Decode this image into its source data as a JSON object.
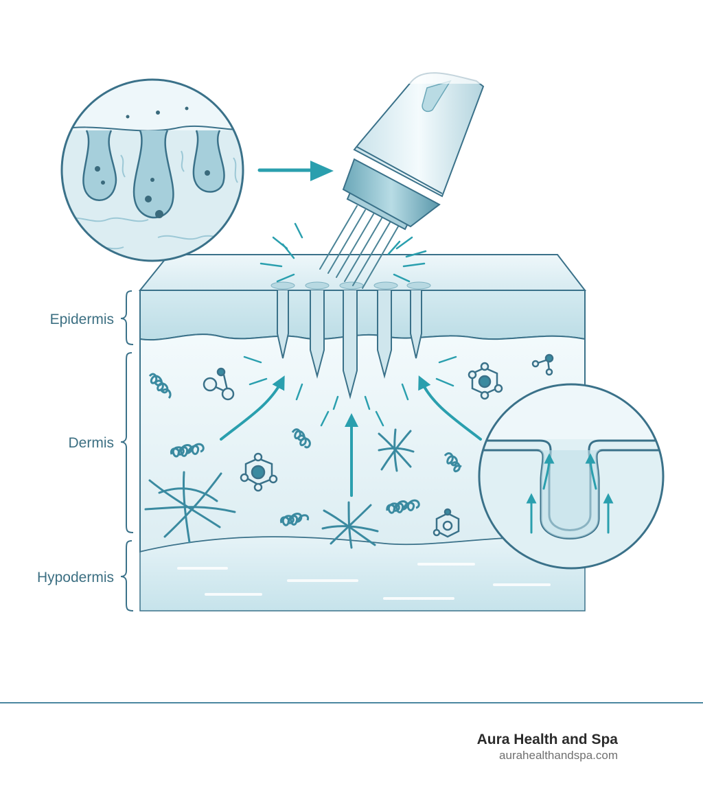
{
  "labels": {
    "epidermis": "Epidermis",
    "dermis": "Dermis",
    "hypodermis": "Hypodermis"
  },
  "footer": {
    "brand": "Aura Health and Spa",
    "url": "aurahealthandspa.com"
  },
  "colors": {
    "outline": "#3a7189",
    "skin_light": "#e2f1f5",
    "skin_mid": "#c4e2ea",
    "accent": "#2a9fae",
    "footer_rule": "#4a86a0"
  },
  "icons": [
    "microneedling-pen-icon",
    "collagen-fiber-icon",
    "elastin-network-icon",
    "molecule-icon",
    "pore-closeup-icon"
  ]
}
